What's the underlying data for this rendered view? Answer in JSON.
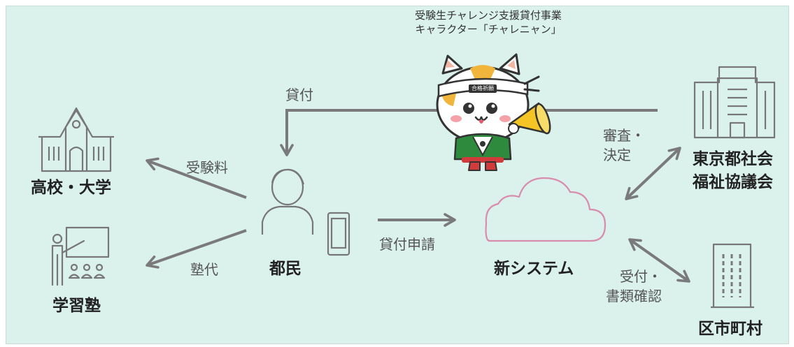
{
  "caption": {
    "line1": "受験生チャレンジ支援貸付事業",
    "line2": "キャラクター「チャレニャン」"
  },
  "mascot": {
    "headband_text": "合格祈願"
  },
  "nodes": {
    "school": "高校・大学",
    "cram": "学習塾",
    "citizen": "都民",
    "system": "新システム",
    "council_line1": "東京都社会",
    "council_line2": "福祉協議会",
    "municipality": "区市町村"
  },
  "edges": {
    "loan": "貸付",
    "exam_fee": "受験料",
    "tuition": "塾代",
    "application": "貸付申請",
    "review_line1": "審査・",
    "review_line2": "決定",
    "receive_line1": "受付・",
    "receive_line2": "書類確認"
  },
  "colors": {
    "background": "#daf1ec",
    "icon": "#777777",
    "cloud": "#d98cab",
    "arrow": "#7a7a7a"
  }
}
